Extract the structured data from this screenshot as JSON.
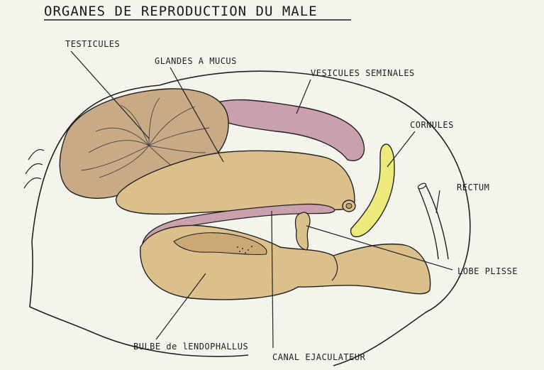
{
  "title": "ORGANES DE REPRODUCTION DU MALE",
  "labels": {
    "testicules": "TESTICULES",
    "glandes_mucus": "GLANDES A MUCUS",
    "vesicules": "VESICULES SEMINALES",
    "cornules": "CORNULES",
    "rectum": "RECTUM",
    "lobe_plisse": "LOBE PLISSE",
    "bulbe": "BULBE de lENDOPHALLUS",
    "canal": "CANAL EJACULATEUR"
  },
  "colors": {
    "paper": "#f4f4ec",
    "tan": "#dcc08c",
    "testis": "#c9aa86",
    "pink": "#c9a0ac",
    "yellow": "#ecea7a",
    "ink": "#1e1e1e"
  }
}
